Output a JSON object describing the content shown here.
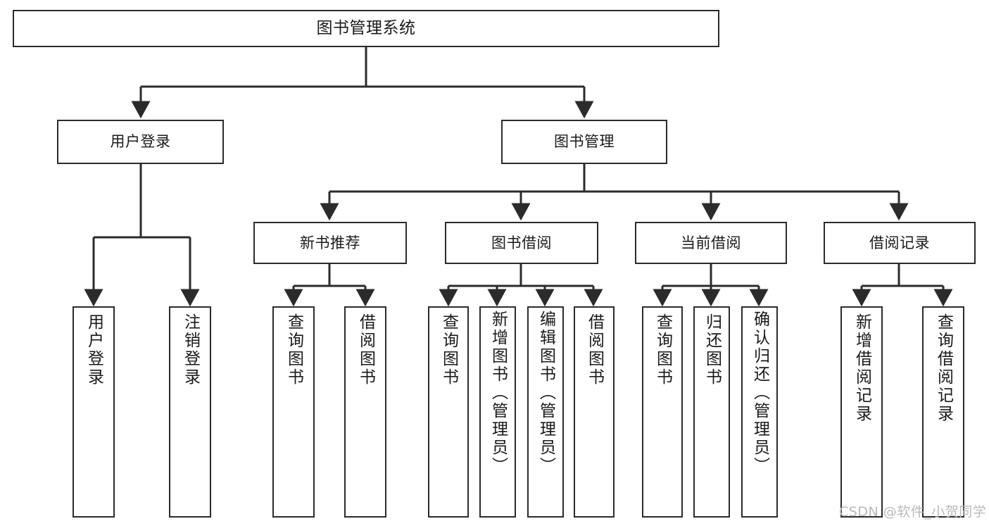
{
  "diagram": {
    "title": "图书管理系统",
    "type": "tree",
    "watermark": "CSDN @软件_小贺同学",
    "colors": {
      "stroke": "#2b2b2b",
      "fill": "#ffffff",
      "text": "#1a1a1a",
      "watermark": "#b9b9b9"
    },
    "root": {
      "label": "图书管理系统"
    },
    "level2": [
      {
        "id": "user-login",
        "label": "用户登录"
      },
      {
        "id": "book-management",
        "label": "图书管理"
      }
    ],
    "level3": [
      {
        "id": "new-book-recommend",
        "label": "新书推荐",
        "parent": "book-management"
      },
      {
        "id": "book-borrow",
        "label": "图书借阅",
        "parent": "book-management"
      },
      {
        "id": "current-borrow",
        "label": "当前借阅",
        "parent": "book-management"
      },
      {
        "id": "borrow-record",
        "label": "借阅记录",
        "parent": "book-management"
      }
    ],
    "leaves": [
      {
        "id": "leaf-user-login",
        "label": "用户登录",
        "parent": "user-login"
      },
      {
        "id": "leaf-logout",
        "label": "注销登录",
        "parent": "user-login"
      },
      {
        "id": "leaf-query-book-1",
        "label": "查询图书",
        "parent": "new-book-recommend"
      },
      {
        "id": "leaf-borrow-book-1",
        "label": "借阅图书",
        "parent": "new-book-recommend"
      },
      {
        "id": "leaf-query-book-2",
        "label": "查询图书",
        "parent": "book-borrow"
      },
      {
        "id": "leaf-add-book",
        "label": "新增图书（管理员）",
        "parent": "book-borrow"
      },
      {
        "id": "leaf-edit-book",
        "label": "编辑图书（管理员）",
        "parent": "book-borrow"
      },
      {
        "id": "leaf-borrow-book-2",
        "label": "借阅图书",
        "parent": "book-borrow"
      },
      {
        "id": "leaf-query-book-3",
        "label": "查询图书",
        "parent": "current-borrow"
      },
      {
        "id": "leaf-return-book",
        "label": "归还图书",
        "parent": "current-borrow"
      },
      {
        "id": "leaf-confirm-return",
        "label": "确认归还（管理员）",
        "parent": "current-borrow"
      },
      {
        "id": "leaf-add-record",
        "label": "新增借阅记录",
        "parent": "borrow-record"
      },
      {
        "id": "leaf-query-record",
        "label": "查询借阅记录",
        "parent": "borrow-record"
      }
    ]
  }
}
